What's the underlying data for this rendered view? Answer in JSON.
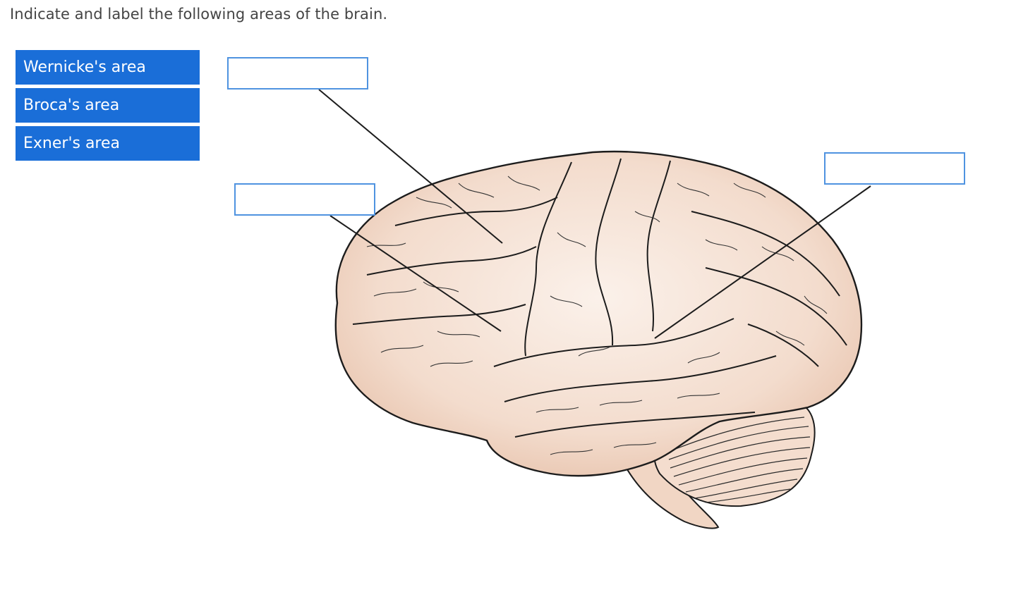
{
  "instruction": "Indicate and label the following areas of the brain.",
  "labels": [
    {
      "text": "Wernicke's area"
    },
    {
      "text": "Broca's area"
    },
    {
      "text": "Exner's area"
    }
  ],
  "drop_targets": [
    {
      "value": ""
    },
    {
      "value": ""
    },
    {
      "value": ""
    }
  ],
  "colors": {
    "label_bg": "#1a6ed8",
    "drop_border": "#4f93e0",
    "brain_fill": "#f6e3d6",
    "brain_outline": "#1c1c1c"
  },
  "icons": [
    "brain-illustration"
  ]
}
